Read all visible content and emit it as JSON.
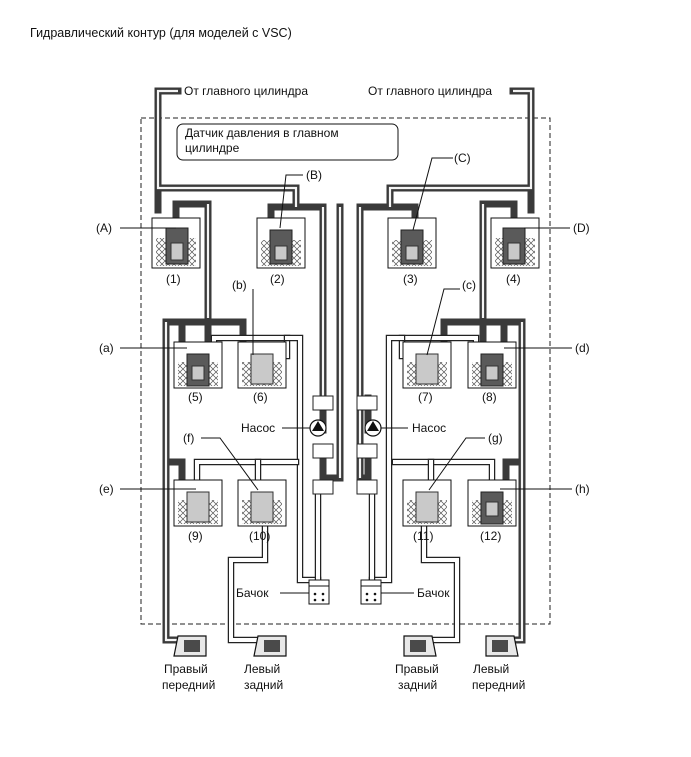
{
  "title": "Гидравлический контур (для моделей с VSC)",
  "master_cylinder_left": "От главного цилиндра",
  "master_cylinder_right": "От главного цилиндра",
  "pressure_sensor": {
    "line1": "Датчик давления в главном",
    "line2": "цилиндре"
  },
  "letters": {
    "A": "(A)",
    "B": "(B)",
    "C": "(C)",
    "D": "(D)",
    "a": "(a)",
    "b": "(b)",
    "c": "(c)",
    "d": "(d)",
    "e": "(e)",
    "f": "(f)",
    "g": "(g)",
    "h": "(h)"
  },
  "valves": [
    "(1)",
    "(2)",
    "(3)",
    "(4)",
    "(5)",
    "(6)",
    "(7)",
    "(8)",
    "(9)",
    "(10)",
    "(11)",
    "(12)"
  ],
  "pump_left": "Насос",
  "pump_right": "Насос",
  "reservoir_left": "Бачок",
  "reservoir_right": "Бачок",
  "wheels": {
    "front_right": {
      "line1": "Правый",
      "line2": "передний"
    },
    "rear_left": {
      "line1": "Левый",
      "line2": "задний"
    },
    "rear_right": {
      "line1": "Правый",
      "line2": "задний"
    },
    "front_left": {
      "line1": "Левый",
      "line2": "передний"
    }
  }
}
